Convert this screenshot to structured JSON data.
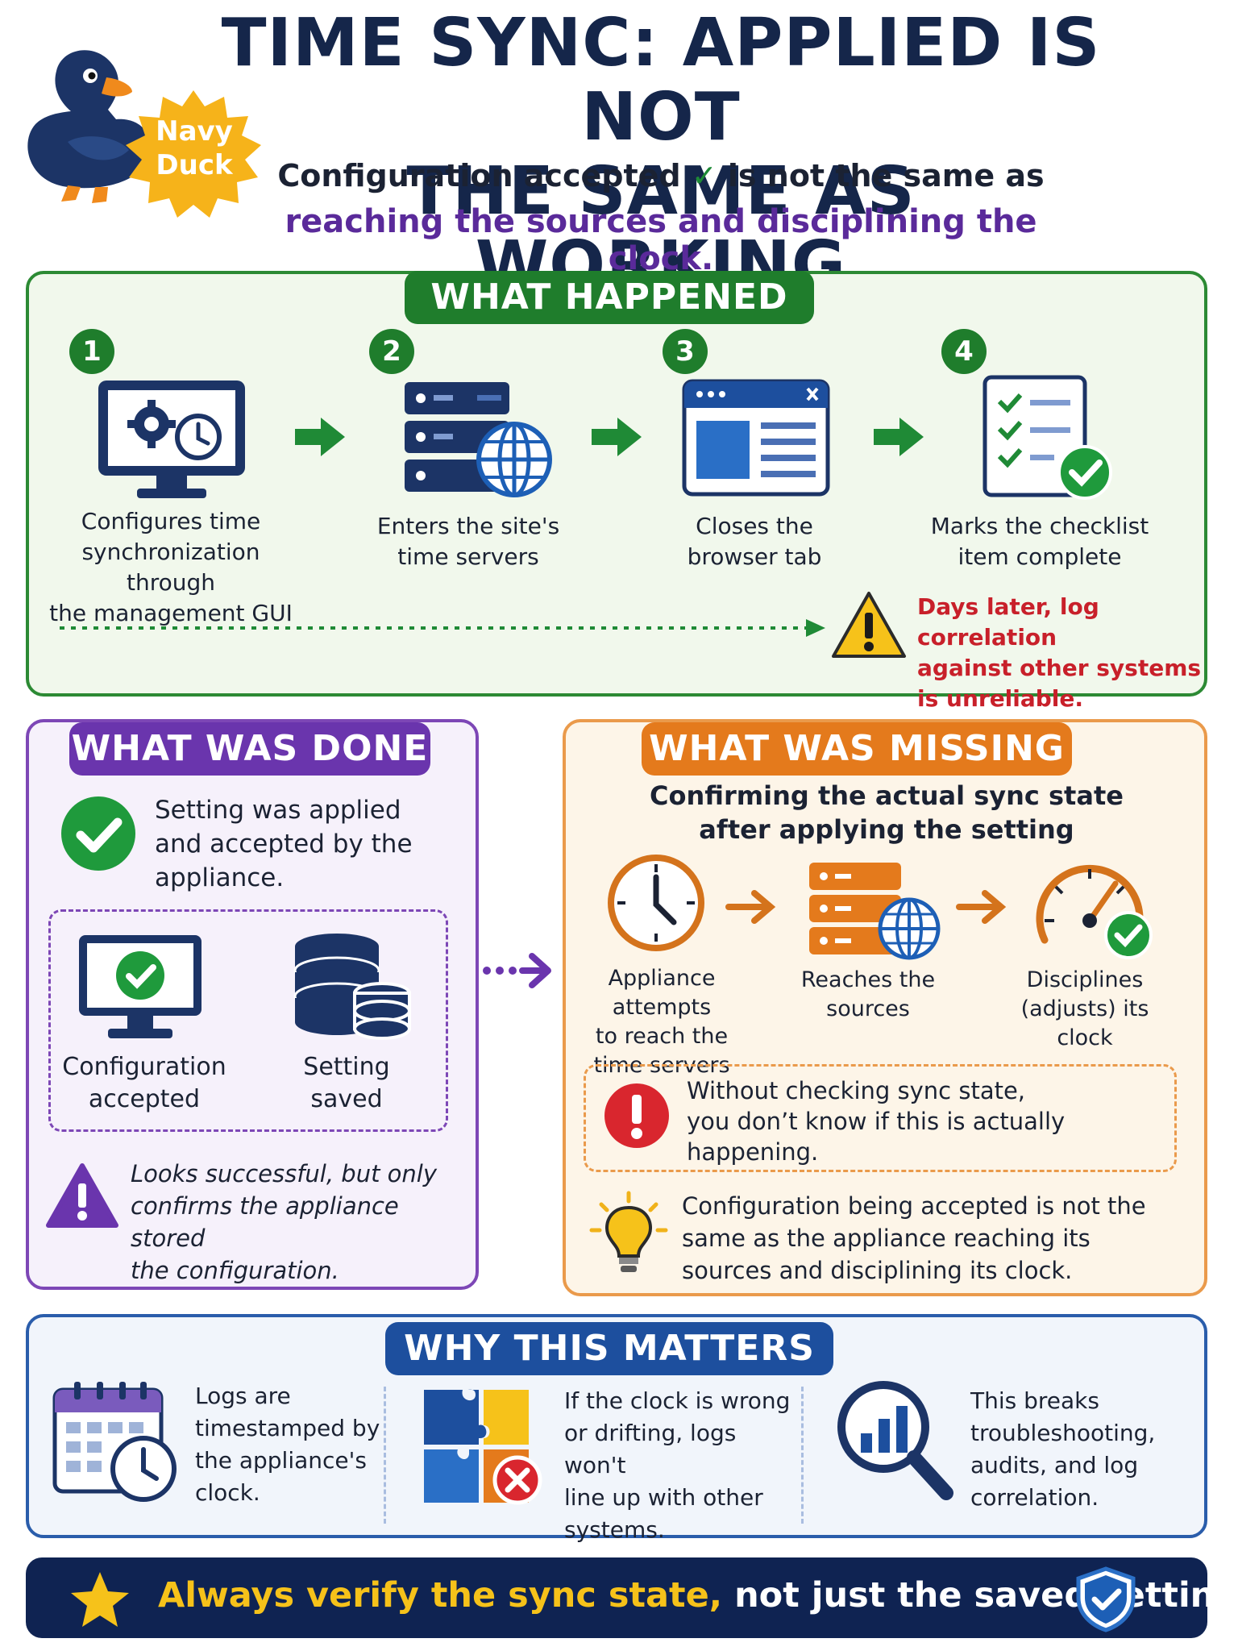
{
  "header": {
    "title_line1": "TIME SYNC: APPLIED IS NOT",
    "title_line2": "THE SAME AS WORKING",
    "subtitle_part1": "Configuration accepted",
    "subtitle_check": "✓",
    "subtitle_part2": "is not the same as",
    "subtitle_line2": "reaching the sources and disciplining the clock.",
    "badge_line1": "Navy",
    "badge_line2": "Duck"
  },
  "what_happened": {
    "title": "WHAT HAPPENED",
    "steps": [
      {
        "num": "1",
        "line1": "Configures time",
        "line2": "synchronization through",
        "line3": "the management GUI",
        "icon": "monitor-gear-clock-icon"
      },
      {
        "num": "2",
        "line1": "Enters the site's",
        "line2": "time servers",
        "icon": "server-globe-icon"
      },
      {
        "num": "3",
        "line1": "Closes the",
        "line2": "browser tab",
        "icon": "browser-window-icon"
      },
      {
        "num": "4",
        "line1": "Marks the checklist",
        "line2": "item complete",
        "icon": "checklist-icon"
      }
    ],
    "warning_line1": "Days later, log correlation",
    "warning_line2": "against other systems",
    "warning_line3": "is unreliable."
  },
  "what_was_done": {
    "title": "WHAT WAS DONE",
    "status_line1": "Setting was applied",
    "status_line2": "and accepted by the",
    "status_line3": "appliance.",
    "item1_line1": "Configuration",
    "item1_line2": "accepted",
    "item2_line1": "Setting",
    "item2_line2": "saved",
    "note_line1": "Looks successful, but only",
    "note_line2": "confirms the appliance stored",
    "note_line3": "the configuration."
  },
  "what_was_missing": {
    "title": "WHAT WAS MISSING",
    "heading_line1": "Confirming the actual sync state",
    "heading_line2": "after applying the setting",
    "steps": [
      {
        "line1": "Appliance attempts",
        "line2": "to reach the",
        "line3": "time servers"
      },
      {
        "line1": "Reaches the",
        "line2": "sources",
        "line3": ""
      },
      {
        "line1": "Disciplines",
        "line2": "(adjusts) its",
        "line3": "clock"
      }
    ],
    "warning_line1": "Without checking sync state,",
    "warning_line2": "you don’t know if this is actually",
    "warning_line3": "happening.",
    "tip_line1": "Configuration being accepted is not the",
    "tip_line2": "same as the appliance reaching its",
    "tip_line3": "sources and disciplining its clock."
  },
  "why_this_matters": {
    "title": "WHY THIS MATTERS",
    "items": [
      {
        "line1": "Logs are",
        "line2": "timestamped by",
        "line3": "the appliance's",
        "line4": "clock."
      },
      {
        "line1": "If the clock is wrong",
        "line2": "or drifting, logs won't",
        "line3": "line up with other",
        "line4": "systems."
      },
      {
        "line1": "This breaks",
        "line2": "troubleshooting,",
        "line3": "audits, and log",
        "line4": "correlation."
      }
    ]
  },
  "footer": {
    "highlight": "Always verify the sync state,",
    "rest": " not just the saved setting."
  },
  "colors": {
    "navy": "#15264a",
    "green": "#1f7d2c",
    "purple": "#6a35ad",
    "orange": "#e47a1c",
    "blue": "#1d4f9e",
    "red": "#c8202a",
    "yellow": "#f6c21a"
  }
}
